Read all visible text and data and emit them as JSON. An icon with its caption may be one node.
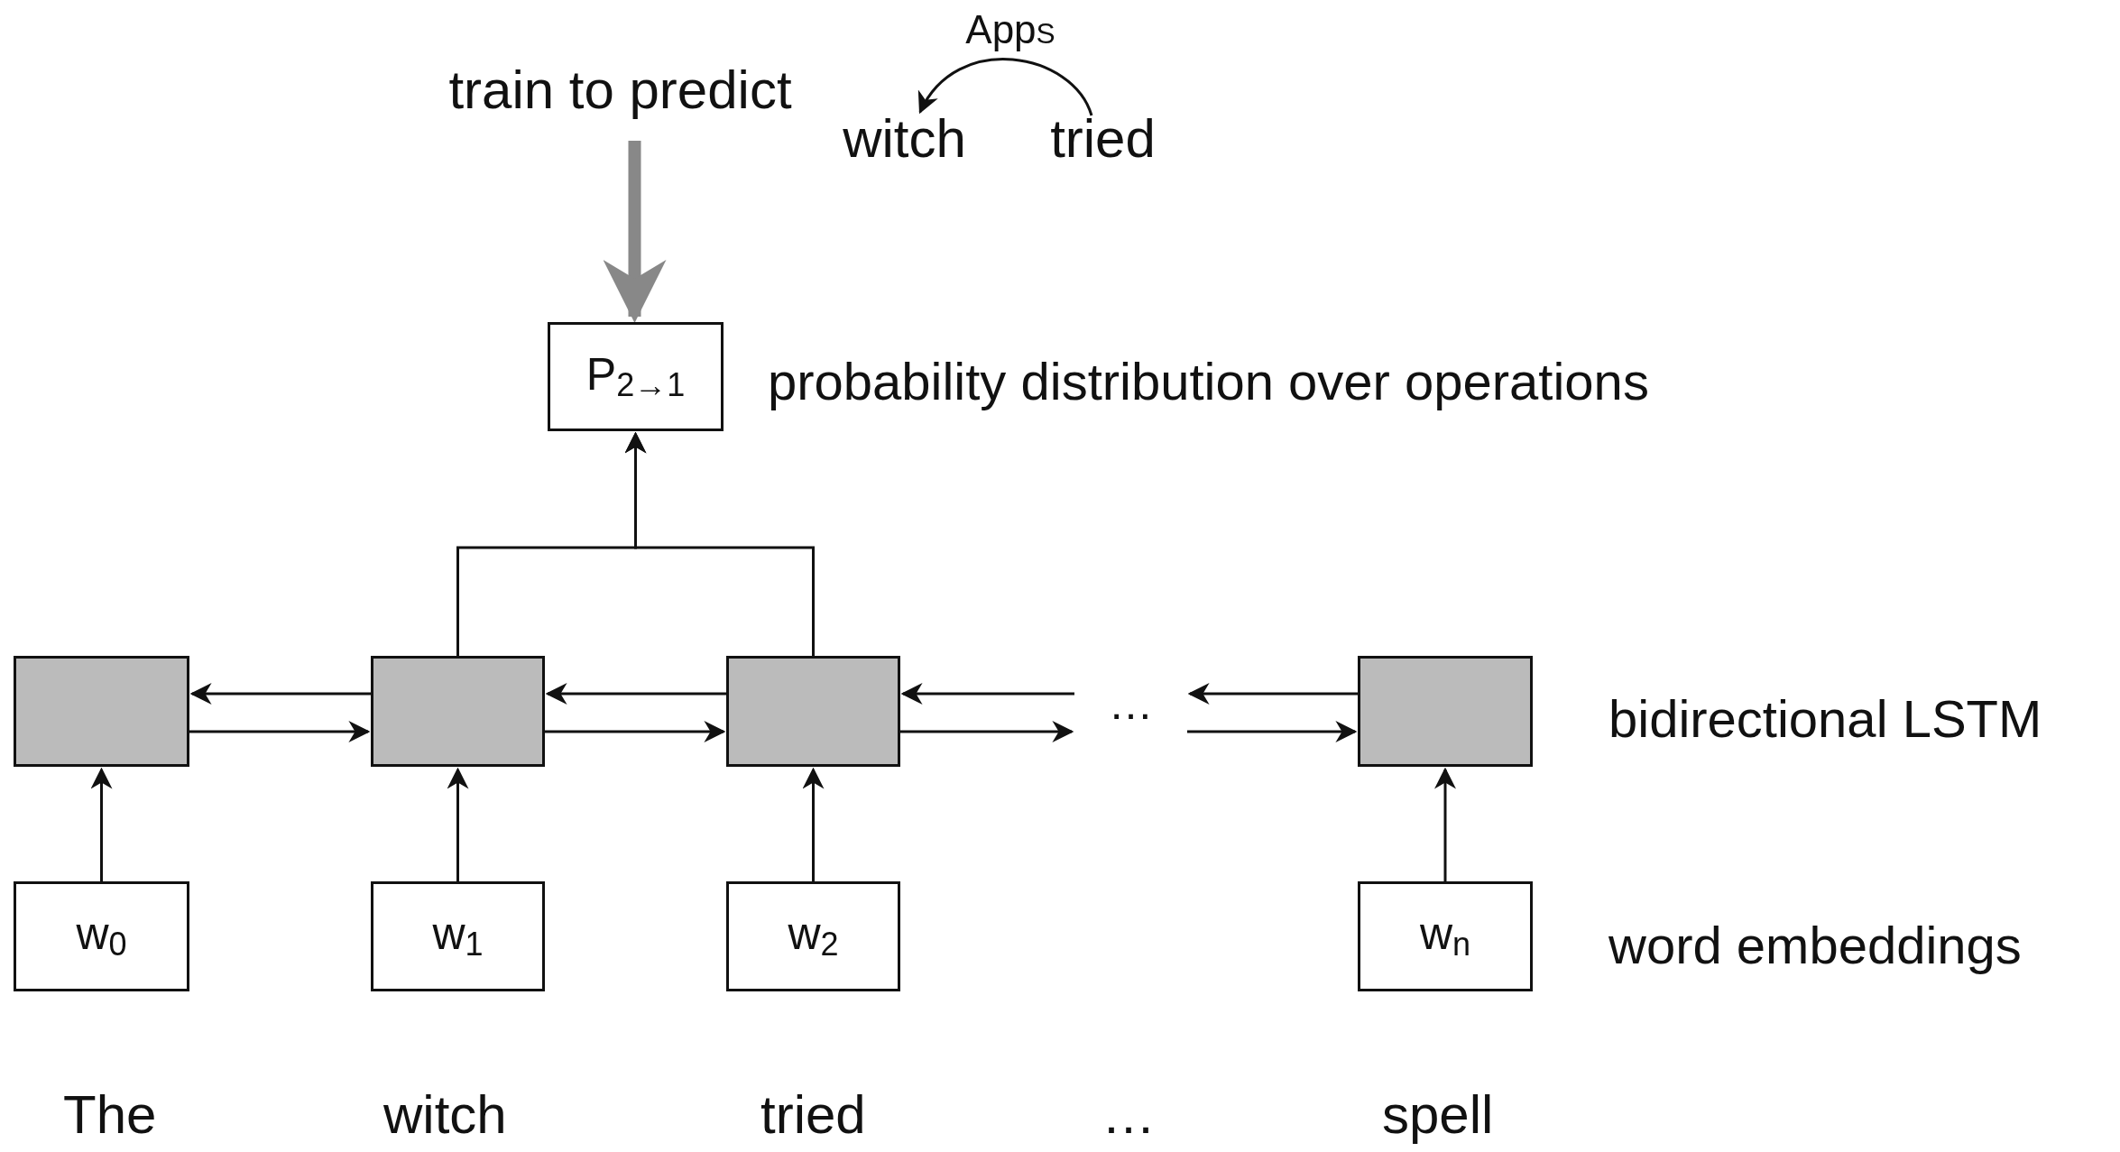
{
  "diagram": {
    "nodes": [
      {
        "text": [
          "train to predict"
        ]
      },
      {
        "text": [
          "witch"
        ]
      },
      {
        "text": [
          "tried"
        ]
      },
      {
        "text": [
          "P$_{2→1}$"
        ]
      },
      {
        "text": [],
        "shape": "box"
      },
      {
        "text": [],
        "shape": "box"
      },
      {
        "text": [],
        "shape": "box"
      },
      {
        "text": [
          "…"
        ]
      },
      {
        "text": [],
        "shape": "box"
      },
      {
        "text": [
          "w$_{0}$"
        ]
      },
      {
        "text": [
          "w$_{1}$"
        ]
      },
      {
        "text": [
          "w$_{2}$"
        ]
      },
      {
        "text": [
          "w$_{n}$"
        ]
      }
    ],
    "edges": [
      {
        "from": 0,
        "to": 3,
        "arrow": "to",
        "style": "thick",
        "color": "#888888"
      },
      {
        "from": 2,
        "to": 1,
        "arrow": "to",
        "label": "App$_{S}$"
      },
      {
        "from": 5,
        "to": 3,
        "arrow": "to"
      },
      {
        "from": 6,
        "to": 3,
        "arrow": "to"
      },
      {
        "from": 5,
        "to": 4,
        "arrow": "to"
      },
      {
        "from": 4,
        "to": 5,
        "arrow": "to"
      },
      {
        "from": 6,
        "to": 5,
        "arrow": "to"
      },
      {
        "from": 5,
        "to": 6,
        "arrow": "to"
      },
      {
        "from": 7,
        "to": 6,
        "arrow": "to"
      },
      {
        "from": 6,
        "to": 7,
        "arrow": "to"
      },
      {
        "from": 8,
        "to": 7,
        "arrow": "to"
      },
      {
        "from": 7,
        "to": 8,
        "arrow": "to"
      },
      {
        "from": 9,
        "to": 4,
        "arrow": "to"
      },
      {
        "from": 10,
        "to": 5,
        "arrow": "to"
      },
      {
        "from": 11,
        "to": 6,
        "arrow": "to"
      },
      {
        "from": 12,
        "to": 8,
        "arrow": "to"
      }
    ],
    "labels": [
      "probability distribution over operations",
      "bidirectional LSTM",
      "word embeddings",
      "The",
      "witch",
      "tried",
      "…",
      "spell"
    ]
  }
}
